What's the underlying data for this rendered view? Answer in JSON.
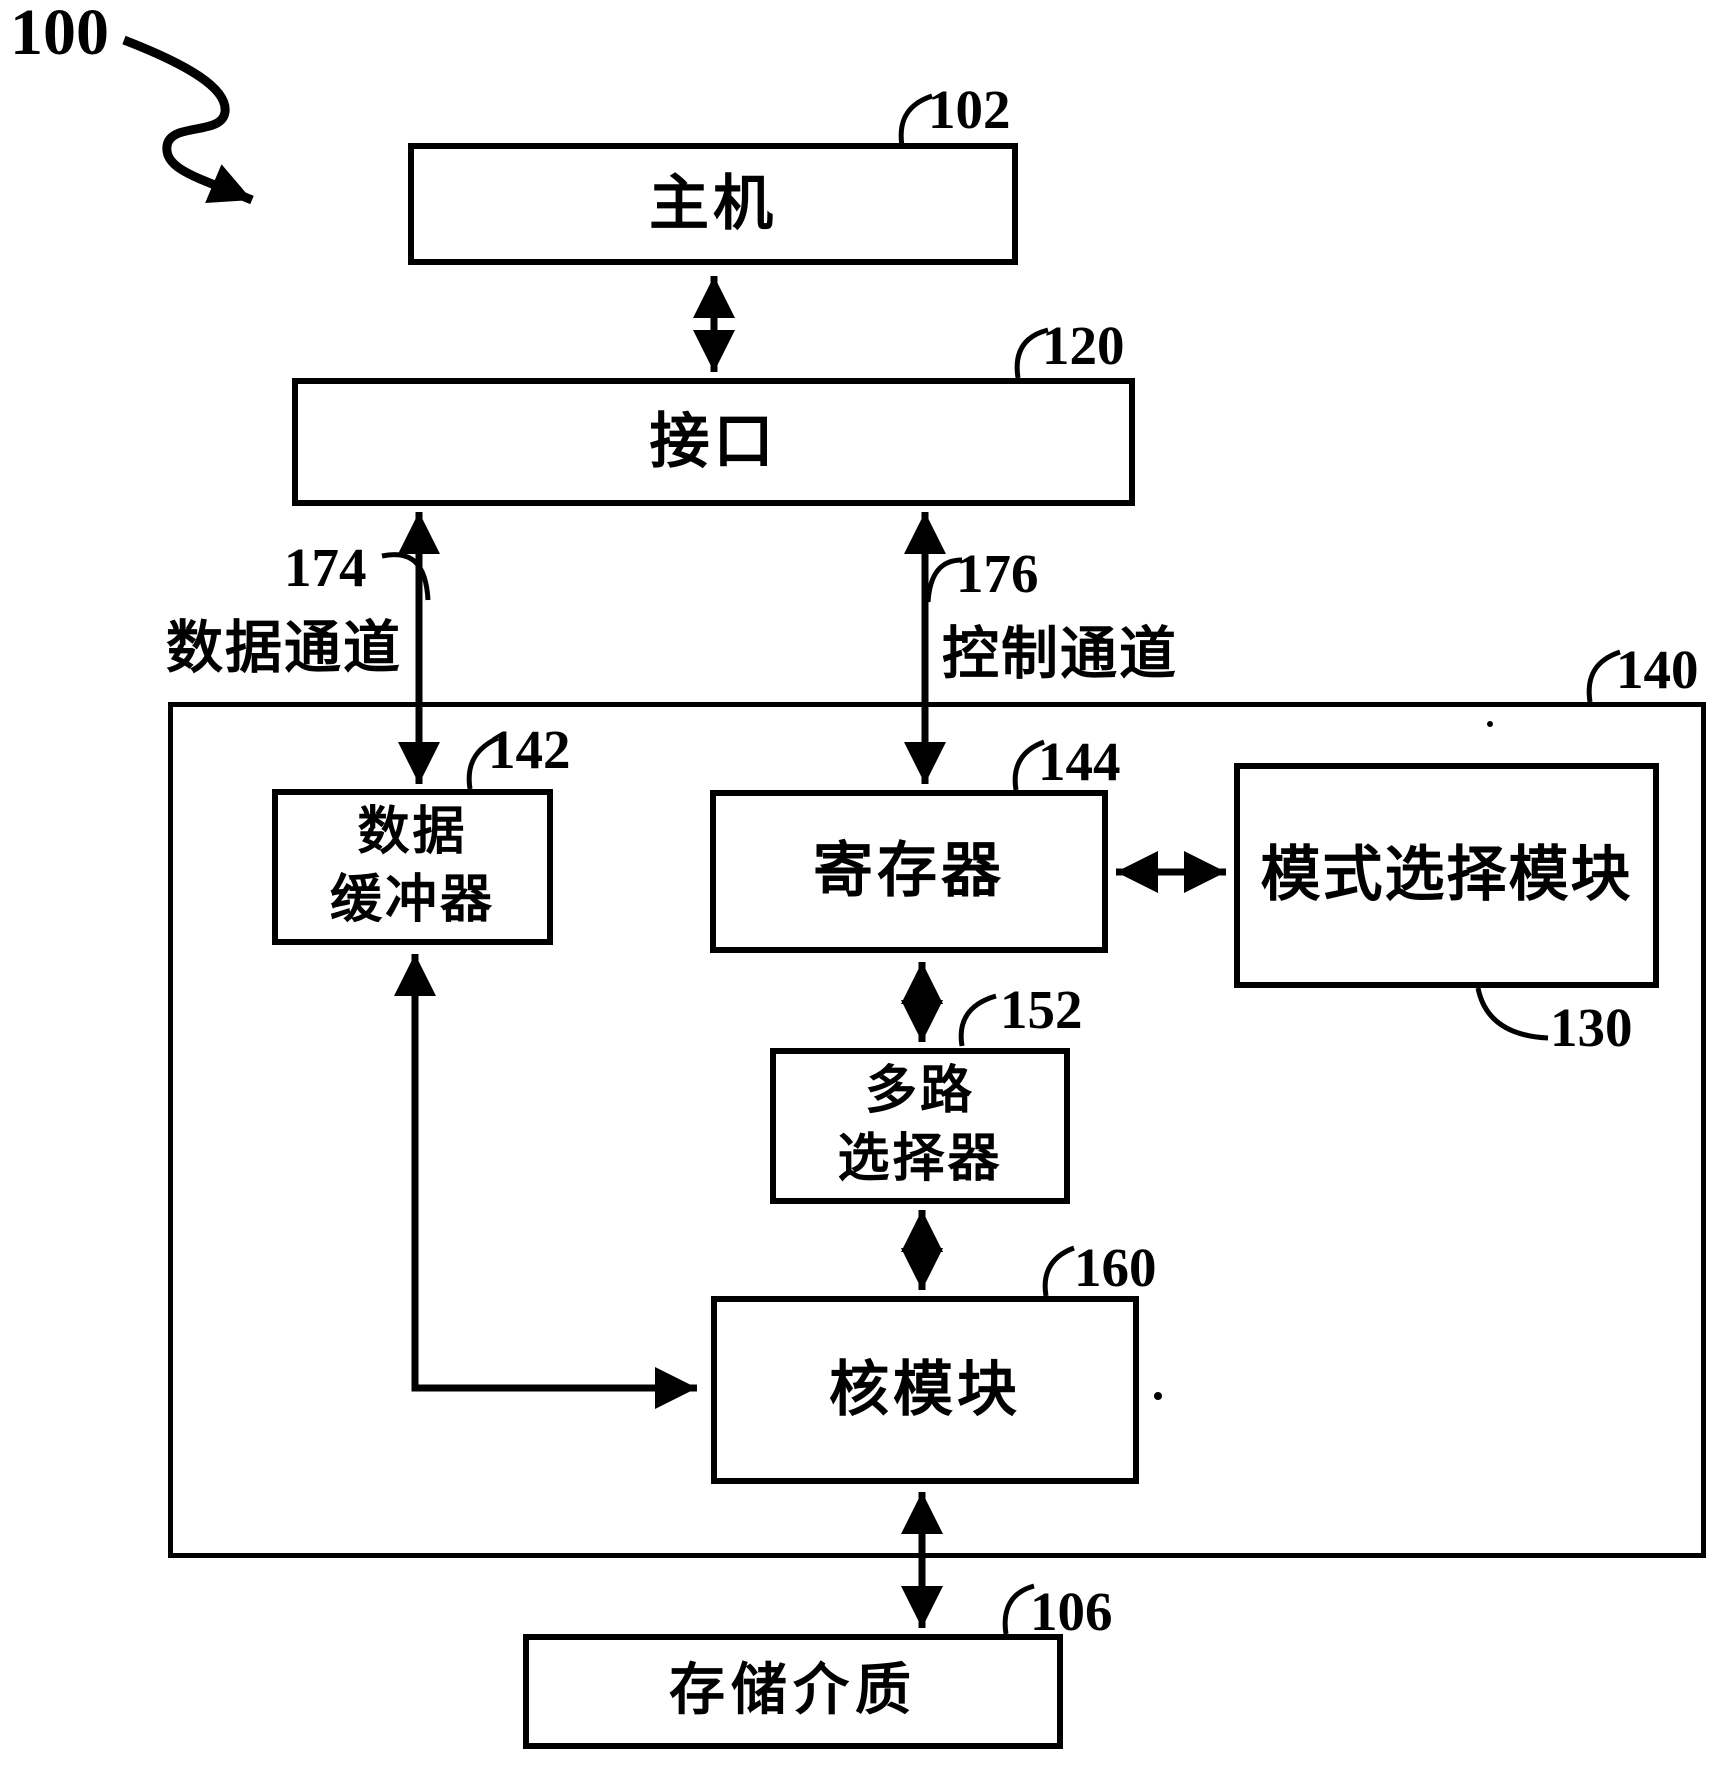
{
  "figure_ref": {
    "number": "100"
  },
  "boxes": {
    "host": {
      "ref": "102",
      "label": "主机"
    },
    "interface": {
      "ref": "120",
      "label": "接口"
    },
    "controller": {
      "ref": "140"
    },
    "data_buffer": {
      "ref": "142",
      "line1": "数据",
      "line2": "缓冲器"
    },
    "register": {
      "ref": "144",
      "label": "寄存器"
    },
    "mode_select": {
      "ref": "130",
      "label": "模式选择模块"
    },
    "mux": {
      "ref": "152",
      "line1": "多路",
      "line2": "选择器"
    },
    "core": {
      "ref": "160",
      "label": "核模块"
    },
    "storage": {
      "ref": "106",
      "label": "存储介质"
    }
  },
  "channels": {
    "data": {
      "ref": "174",
      "label": "数据通道"
    },
    "control": {
      "ref": "176",
      "label": "控制通道"
    }
  },
  "colors": {
    "ink": "#000000",
    "background": "#ffffff"
  }
}
